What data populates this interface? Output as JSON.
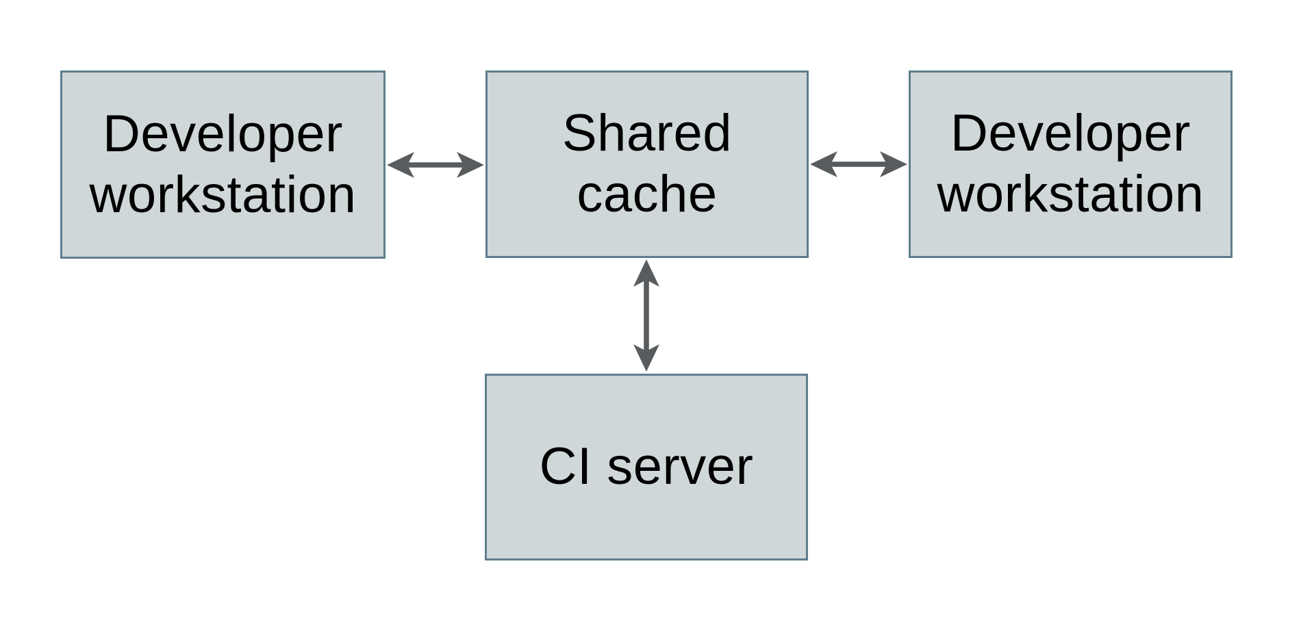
{
  "diagram": {
    "nodes": [
      {
        "id": "developer-workstation-left",
        "label": "Developer workstation",
        "label_lines": [
          "Developer",
          "workstation"
        ]
      },
      {
        "id": "shared-cache",
        "label": "Shared cache",
        "label_lines": [
          "Shared",
          "cache"
        ]
      },
      {
        "id": "developer-workstation-right",
        "label": "Developer workstation",
        "label_lines": [
          "Developer",
          "workstation"
        ]
      },
      {
        "id": "ci-server",
        "label": "CI server",
        "label_lines": [
          "CI server"
        ]
      }
    ],
    "edges": [
      {
        "from": "developer-workstation-left",
        "to": "shared-cache",
        "direction": "bidirectional",
        "orientation": "horizontal"
      },
      {
        "from": "shared-cache",
        "to": "developer-workstation-right",
        "direction": "bidirectional",
        "orientation": "horizontal"
      },
      {
        "from": "shared-cache",
        "to": "ci-server",
        "direction": "bidirectional",
        "orientation": "vertical"
      }
    ],
    "colors": {
      "node_fill": "#cfd7d9",
      "node_border": "#5e7d8c",
      "arrow": "#595c5e",
      "text": "#000000",
      "background": "#ffffff"
    }
  }
}
